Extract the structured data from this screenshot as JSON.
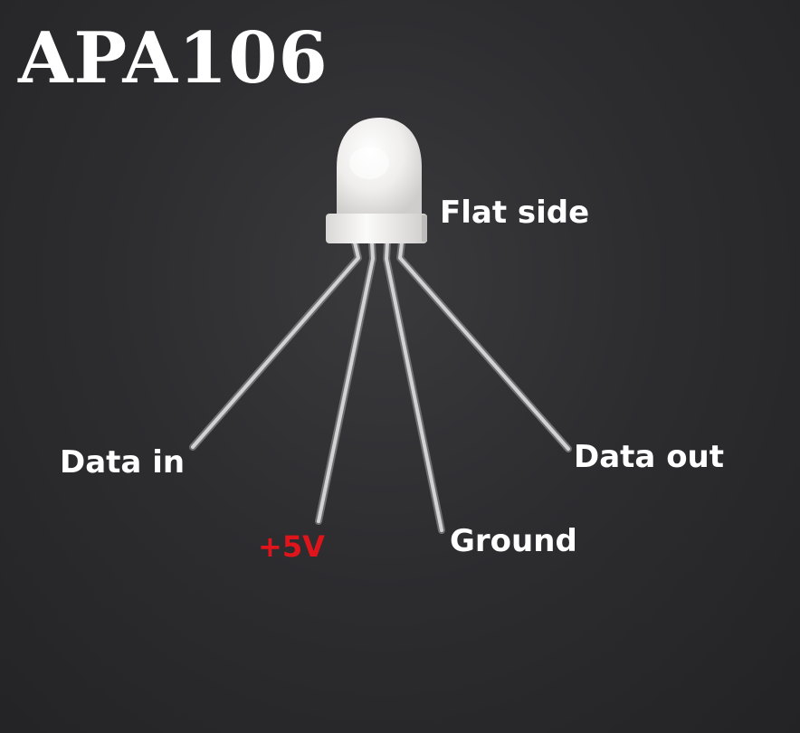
{
  "title": "APA106",
  "labels": {
    "flat_side": "Flat side",
    "data_in": "Data in",
    "data_out": "Data out",
    "ground": "Ground",
    "plus_5v": "+5V"
  },
  "colors": {
    "background": "#2d2d30",
    "label_text": "#ffffff",
    "power_label": "#e0141b",
    "led_body": "#f2f1f0",
    "pin_metal": "#c9c9cb"
  }
}
